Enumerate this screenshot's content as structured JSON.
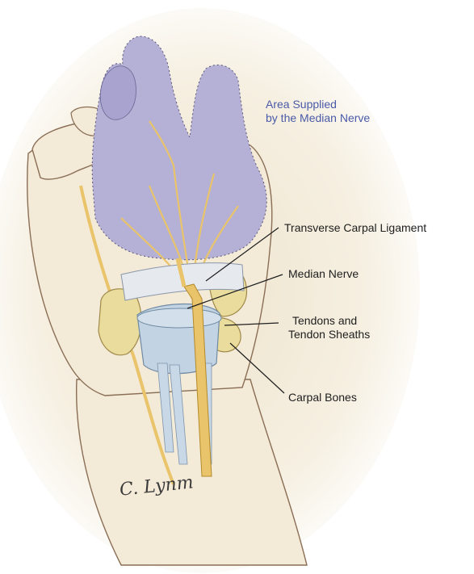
{
  "labels": {
    "area_line1": "Area Supplied",
    "area_line2": "by the Median Nerve",
    "transverse": "Transverse Carpal Ligament",
    "median": "Median Nerve",
    "tendons_line1": "Tendons and",
    "tendons_line2": "Tendon Sheaths",
    "carpal": "Carpal Bones"
  },
  "signature": "C. Lynm",
  "colors": {
    "median_area": "#b4b0d6",
    "nerve": "#e9c46a",
    "carpal_bone": "#e9dc9c",
    "tendon": "#c2d3e3",
    "skin": "#f3ead8",
    "label_blue": "#4a5aa8"
  }
}
